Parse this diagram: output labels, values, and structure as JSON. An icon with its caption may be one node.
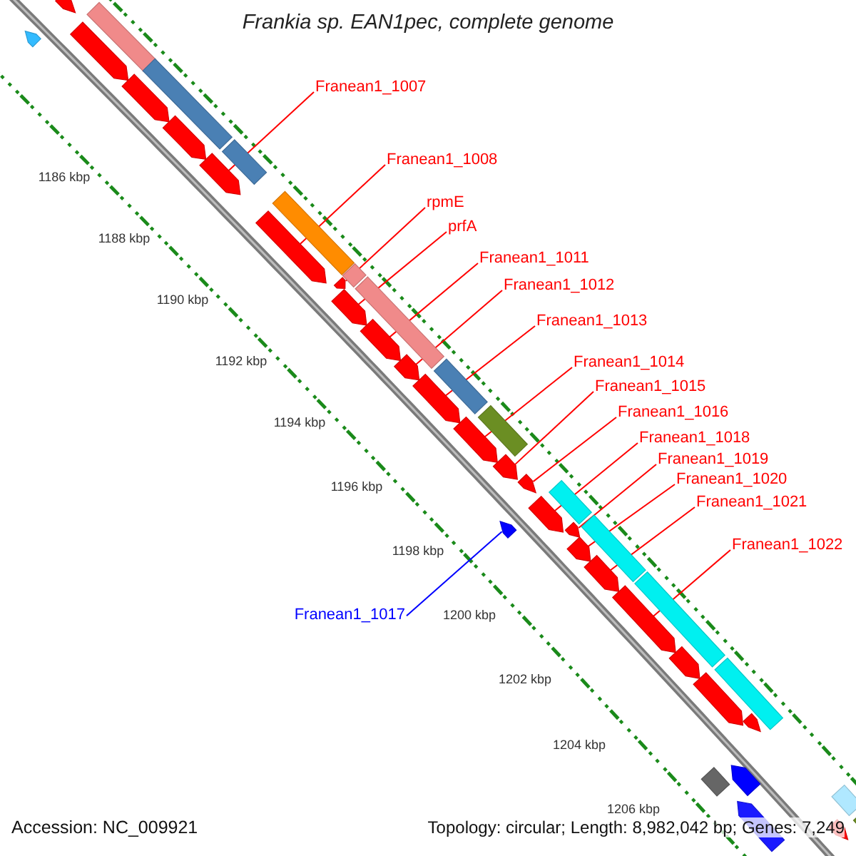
{
  "diagram": {
    "title": "Frankia sp. EAN1pec, complete genome",
    "nodes": [
      {
        "text": [
          "Franean1_1007"
        ]
      },
      {
        "text": [
          "Franean1_1008"
        ]
      },
      {
        "text": [
          "rpmE"
        ]
      },
      {
        "text": [
          "prfA"
        ]
      },
      {
        "text": [
          "Franean1_1011"
        ]
      },
      {
        "text": [
          "Franean1_1012"
        ]
      },
      {
        "text": [
          "Franean1_1013"
        ]
      },
      {
        "text": [
          "Franean1_1014"
        ]
      },
      {
        "text": [
          "Franean1_1015"
        ]
      },
      {
        "text": [
          "Franean1_1016"
        ]
      },
      {
        "text": [
          "Franean1_1018"
        ]
      },
      {
        "text": [
          "Franean1_1019"
        ]
      },
      {
        "text": [
          "Franean1_1020"
        ]
      },
      {
        "text": [
          "Franean1_1021"
        ]
      },
      {
        "text": [
          "Franean1_1022"
        ]
      },
      {
        "text": [
          "Franean1_1017"
        ]
      },
      {
        "text": [],
        "shape": "pentagon"
      },
      {
        "text": [],
        "shape": "pentagon"
      },
      {
        "text": [],
        "shape": "pentagon"
      },
      {
        "text": [],
        "shape": "pentagon"
      },
      {
        "text": [],
        "shape": "pentagon"
      },
      {
        "text": [],
        "shape": "pentagon"
      },
      {
        "text": [],
        "shape": "pentagon"
      },
      {
        "text": [],
        "shape": "pentagon"
      },
      {
        "text": [],
        "shape": "pentagon"
      },
      {
        "text": [],
        "shape": "pentagon"
      },
      {
        "text": [],
        "shape": "pentagon"
      },
      {
        "text": [],
        "shape": "pentagon"
      },
      {
        "text": [],
        "shape": "pentagon"
      },
      {
        "text": [],
        "shape": "pentagon"
      },
      {
        "text": [],
        "shape": "pentagon"
      },
      {
        "text": [],
        "shape": "pentagon"
      },
      {
        "text": [],
        "shape": "pentagon"
      },
      {
        "text": [],
        "shape": "pentagon"
      },
      {
        "text": [],
        "shape": "pentagon"
      },
      {
        "text": [],
        "shape": "pentagon"
      },
      {
        "text": [],
        "shape": "pentagon"
      },
      {
        "text": [],
        "shape": "pentagon"
      },
      {
        "text": [],
        "shape": "pentagon"
      },
      {
        "text": [],
        "shape": "pentagon"
      }
    ],
    "edges": [
      {
        "from": 0,
        "to": 20,
        "arrow": "none"
      },
      {
        "from": 1,
        "to": 21,
        "arrow": "none"
      },
      {
        "from": 2,
        "to": 22,
        "arrow": "none"
      },
      {
        "from": 3,
        "to": 23,
        "arrow": "none"
      },
      {
        "from": 4,
        "to": 24,
        "arrow": "none"
      },
      {
        "from": 5,
        "to": 25,
        "arrow": "none"
      },
      {
        "from": 6,
        "to": 26,
        "arrow": "none"
      },
      {
        "from": 7,
        "to": 27,
        "arrow": "none"
      },
      {
        "from": 8,
        "to": 28,
        "arrow": "none"
      },
      {
        "from": 9,
        "to": 29,
        "arrow": "none"
      },
      {
        "from": 10,
        "to": 31,
        "arrow": "none"
      },
      {
        "from": 11,
        "to": 32,
        "arrow": "none"
      },
      {
        "from": 12,
        "to": 33,
        "arrow": "none"
      },
      {
        "from": 13,
        "to": 34,
        "arrow": "none"
      },
      {
        "from": 14,
        "to": 35,
        "arrow": "none"
      },
      {
        "from": 15,
        "to": 30,
        "arrow": "none",
        "color": "#0000ff"
      }
    ],
    "labels": [
      "1186 kbp",
      "1188 kbp",
      "1190 kbp",
      "1192 kbp",
      "1194 kbp",
      "1196 kbp",
      "1198 kbp",
      "1200 kbp",
      "1202 kbp",
      "1204 kbp",
      "1206 kbp",
      "Accession: NC_009921",
      "Topology: circular; Length: 8,982,042 bp; Genes: 7,249"
    ]
  }
}
